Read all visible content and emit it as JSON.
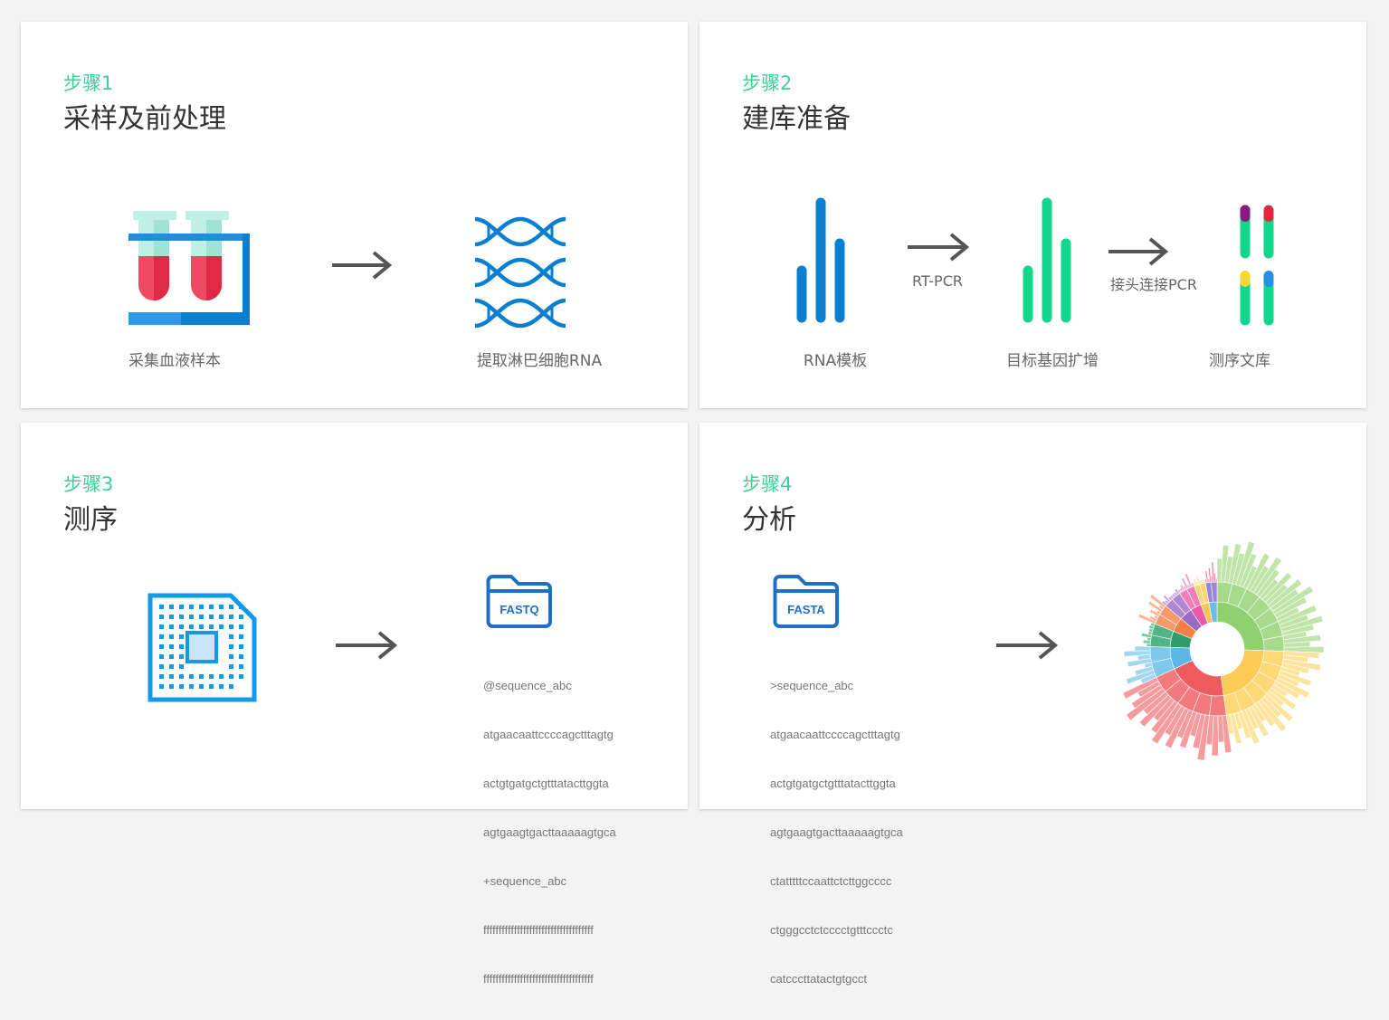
{
  "colors": {
    "accent": "#3ecf99",
    "blue": "#0a7fd0",
    "green": "#12d58c",
    "arrow": "#555555"
  },
  "steps": [
    {
      "step": "步骤1",
      "title": "采样及前处理",
      "captions": [
        "采集血液样本",
        "提取淋巴细胞RNA"
      ]
    },
    {
      "step": "步骤2",
      "title": "建库准备",
      "captions": [
        "RNA模板",
        "目标基因扩增",
        "测序文库"
      ],
      "arrow_labels": [
        "RT-PCR",
        "接头连接PCR"
      ]
    },
    {
      "step": "步骤3",
      "title": "测序",
      "folder_label": "FASTQ",
      "lines": [
        "@sequence_abc",
        "atgaacaattccccagctttagtg",
        "actgtgatgctgtttatacttggta",
        "agtgaagtgacttaaaaagtgca",
        "+sequence_abc",
        "ffffffffffffffffffffffffffffffffffff",
        "ffffffffffffffffffffffffffffffffffff"
      ]
    },
    {
      "step": "步骤4",
      "title": "分析",
      "folder_label": "FASTA",
      "lines": [
        ">sequence_abc",
        "atgaacaattccccagctttagtg",
        "actgtgatgctgtttatacttggta",
        "agtgaagtgacttaaaaagtgca",
        "ctatttttccaattctcttggcccc",
        "ctgggcctctcccctgtttccctc",
        "catcccttatactgtgcct"
      ]
    }
  ]
}
